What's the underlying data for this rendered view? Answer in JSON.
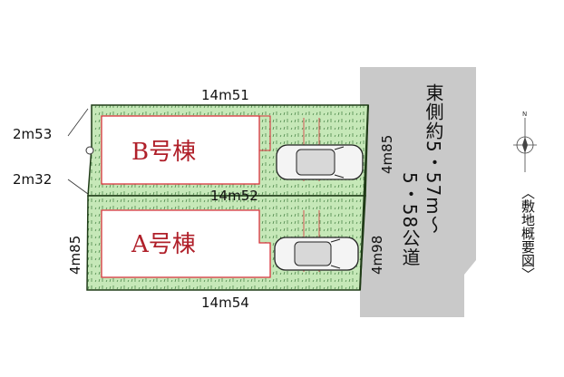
{
  "colors": {
    "lawn": "#c6e8b8",
    "lot_border": "#1f3b17",
    "building_outline": "#d8323c",
    "road": "#c9c9c9",
    "building_label": "#b0202a"
  },
  "dimensions": {
    "top_width": "14m51",
    "middle_width": "14m52",
    "bottom_width": "14m54",
    "left_upper": "2m53",
    "left_lower": "2m32",
    "b_depth": "4m85",
    "a_depth_left": "4m85",
    "a_depth_right": "4m98"
  },
  "buildings": {
    "b_label": "B号棟",
    "a_label": "A号棟"
  },
  "road": {
    "line1": "東側約5・57m～",
    "line2": "5・58公道"
  },
  "compass": {
    "label": "N",
    "icon": "compass-rose-icon"
  },
  "side_label": "〈敷地概要図〉",
  "icons": [
    "car-icon",
    "compass-rose-icon"
  ]
}
